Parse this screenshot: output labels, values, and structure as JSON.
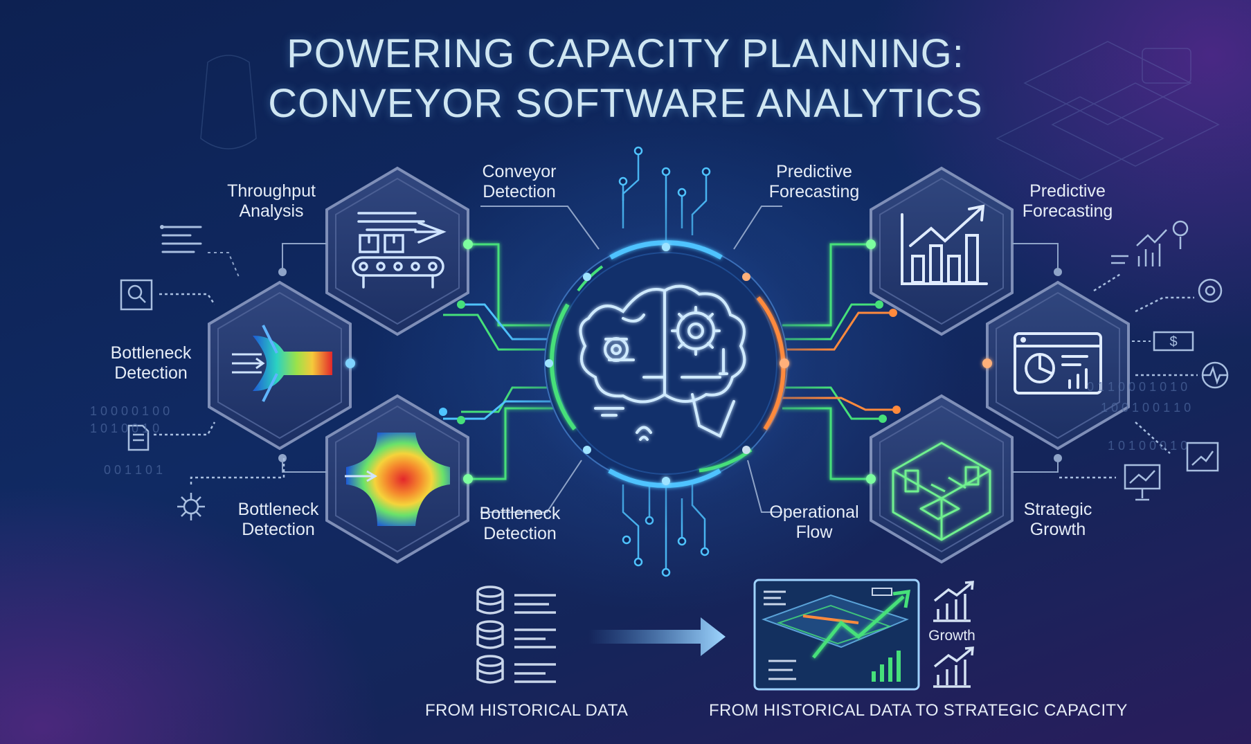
{
  "title": {
    "line1": "POWERING CAPACITY PLANNING:",
    "line2": "CONVEYOR SOFTWARE ANALYTICS"
  },
  "labels": {
    "throughput_analysis": "Throughput\nAnalysis",
    "conveyor_detection": "Conveyor\nDetection",
    "predictive_forecasting_center": "Predictive\nForecasting",
    "predictive_forecasting_right": "Predictive\nForecasting",
    "bottleneck_detection_left": "Bottleneck\nDetection",
    "bottleneck_detection_lower": "Bottleneck\nDetection",
    "bottleneck_detection_center": "Bottleneck\nDetection",
    "operational_flow": "Operational\nFlow",
    "strategic_growth": "Strategic\nGrowth",
    "growth": "Growth"
  },
  "bottom": {
    "left_caption": "FROM HISTORICAL DATA",
    "right_caption": "FROM HISTORICAL DATA TO STRATEGIC CAPACITY"
  },
  "side_icons": {
    "dollar_sign": "$",
    "binary_left": [
      "1 0 0 0   0 1 0 0",
      "1 0 1 0   0 1 0",
      "0 0 1 1   0 1"
    ],
    "binary_right": [
      "0 1 1 0 0 0 1 0 1 0",
      "1 0 0 1 0 0 1 1 0",
      "1 0 1 0 0 0 1 0"
    ]
  },
  "colors": {
    "background": "#102a63",
    "accent_cyan": "#4fc3ff",
    "accent_green": "#46e07a",
    "accent_orange": "#ff8a3d",
    "hex_fill": "#253b73",
    "hex_stroke": "#7f8fb8"
  }
}
